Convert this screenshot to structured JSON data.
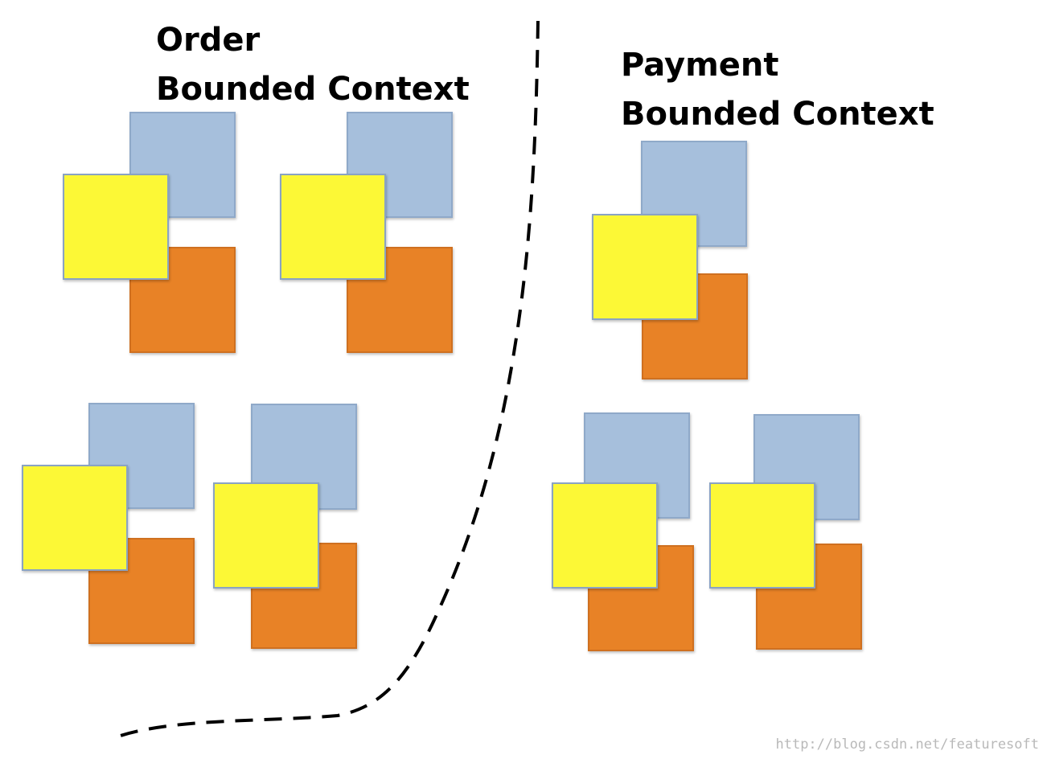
{
  "contexts": {
    "order": {
      "title_line1": "Order",
      "title_line2": "Bounded Context"
    },
    "payment": {
      "title_line1": "Payment",
      "title_line2": "Bounded Context"
    }
  },
  "colors": {
    "blue": "#a6bfdc",
    "orange": "#e88226",
    "yellow": "#fcf836",
    "boundary_line": "#000000"
  },
  "watermark": "http://blog.csdn.net/featuresoft"
}
